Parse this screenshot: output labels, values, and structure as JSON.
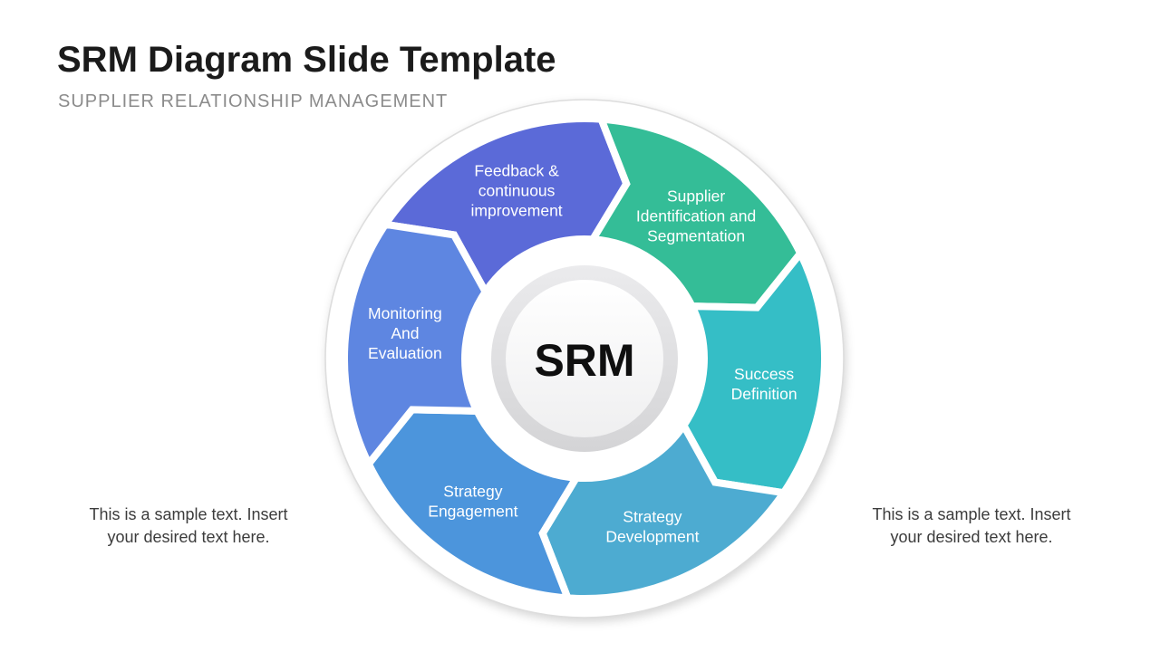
{
  "slide": {
    "title": "SRM Diagram Slide Template",
    "subtitle": "SUPPLIER RELATIONSHIP MANAGEMENT",
    "left_note": {
      "line1": "This is a sample text. Insert",
      "line2": "your desired text here."
    },
    "right_note": {
      "line1": "This is a sample text. Insert",
      "line2": "your desired text here."
    }
  },
  "diagram": {
    "center_label": "SRM",
    "hub": {
      "ring_top": "#ebebed",
      "ring_bottom": "#d4d4d6",
      "fill_top": "#ffffff",
      "fill_bottom": "#efeff0"
    },
    "segments": [
      {
        "label": "Feedback & continuous improvement",
        "lines": [
          "Feedback &",
          "continuous",
          "improvement"
        ],
        "color": "#5B6AD8",
        "start_deg": 146,
        "end_deg": 86
      },
      {
        "label": "Supplier Identification and Segmentation",
        "lines": [
          "Supplier",
          "Identification and",
          "Segmentation"
        ],
        "color": "#34BD97",
        "start_deg": 86,
        "end_deg": 26
      },
      {
        "label": "Success Definition",
        "lines": [
          "Success",
          "Definition"
        ],
        "color": "#35BEC6",
        "start_deg": 26,
        "end_deg": -34
      },
      {
        "label": "Strategy Development",
        "lines": [
          "Strategy",
          "Development"
        ],
        "color": "#4DABD1",
        "start_deg": -34,
        "end_deg": -94
      },
      {
        "label": "Strategy Engagement",
        "lines": [
          "Strategy",
          "Engagement"
        ],
        "color": "#4C95DC",
        "start_deg": -94,
        "end_deg": -154
      },
      {
        "label": "Monitoring And Evaluation",
        "lines": [
          "Monitoring",
          "And",
          "Evaluation"
        ],
        "color": "#5E86E1",
        "start_deg": -154,
        "end_deg": -214
      }
    ]
  }
}
